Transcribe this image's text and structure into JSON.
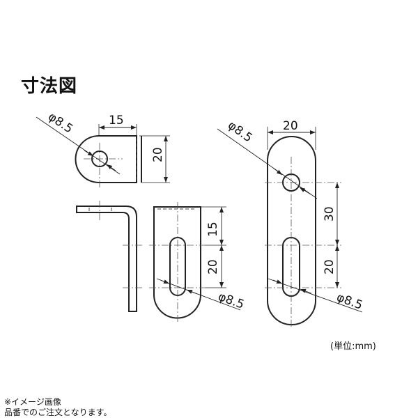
{
  "title": "寸法図",
  "unit_note": "(単位:mm)",
  "image_note_line1": "※イメージ画像",
  "image_note_line2": "品番でのご注文となります。",
  "dimensions": {
    "small_width": "15",
    "small_height": "20",
    "small_hole": "φ8.5",
    "slot_upper": "15",
    "slot_lower": "20",
    "slot_hole": "φ8.5",
    "large_width": "20",
    "large_upper": "30",
    "large_lower": "20",
    "large_top_hole": "φ8.5",
    "large_slot_hole": "φ8.5"
  }
}
